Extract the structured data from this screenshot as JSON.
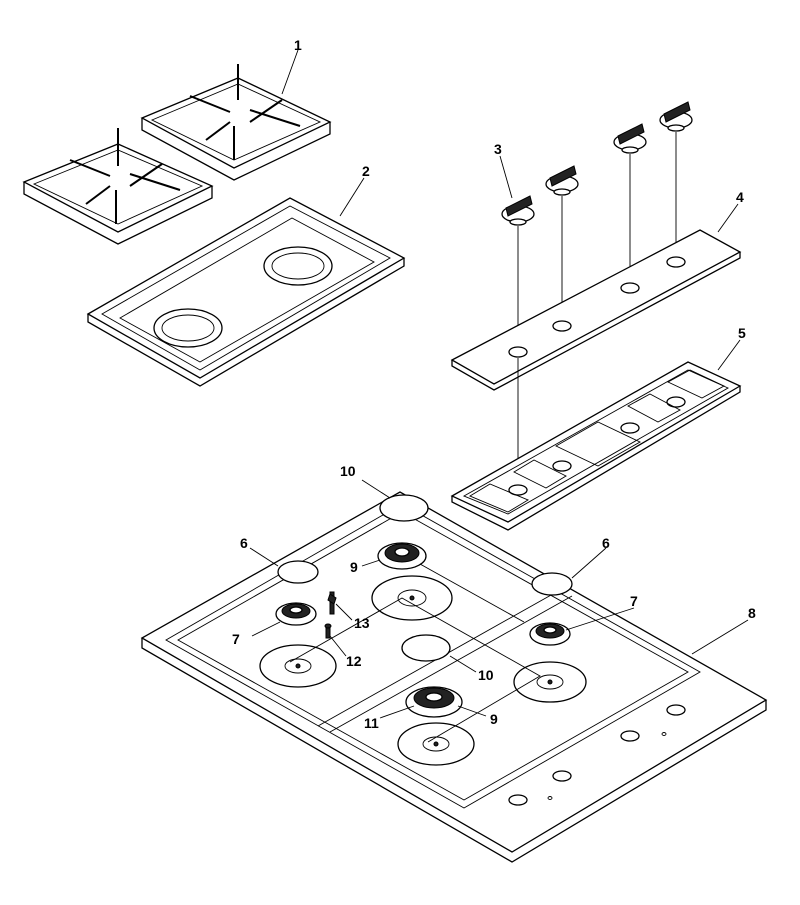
{
  "diagram": {
    "callouts": {
      "c1": "1",
      "c2": "2",
      "c3": "3",
      "c4": "4",
      "c5": "5",
      "c6a": "6",
      "c6b": "6",
      "c7a": "7",
      "c7b": "7",
      "c8": "8",
      "c9a": "9",
      "c9b": "9",
      "c10a": "10",
      "c10b": "10",
      "c11": "11",
      "c12": "12",
      "c13": "13"
    }
  }
}
